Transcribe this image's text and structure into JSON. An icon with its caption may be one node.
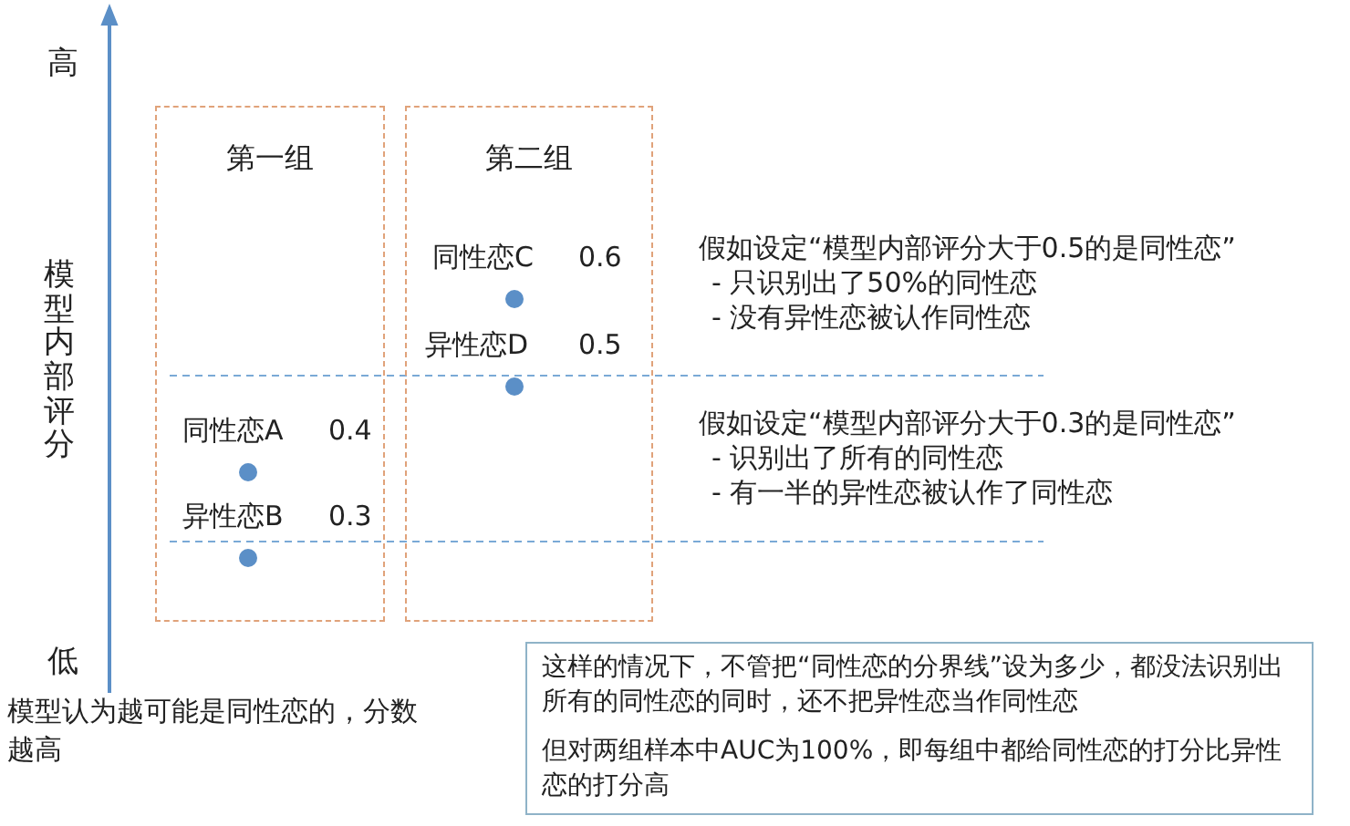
{
  "diagram": {
    "nodes": [
      {
        "text": [
          "第一组"
        ]
      },
      {
        "text": [
          "第二组"
        ]
      },
      {
        "text": [
          "同性恋C",
          "0.6"
        ],
        "in": 1
      },
      {
        "text": [
          "异性恋D",
          "0.5"
        ],
        "in": 1
      },
      {
        "text": [
          "同性恋A",
          "0.4"
        ],
        "in": 0
      },
      {
        "text": [
          "异性恋B",
          "0.3"
        ],
        "in": 0
      },
      {
        "text": [
          "这样的情况下，不管把“同性恋的分界线”设为多少，都没法识别出所有的同性恋的同时，还不把异性恋当作同性恋",
          "但对两组样本中AUC为100%，即每组中都给同性恋的打分比异性恋的打分高"
        ]
      }
    ],
    "labels": [
      "高",
      "模型内部评分",
      "假如设定“模型内部评分大于0.5的是同性恋”",
      "- 只识别出了50%的同性恋",
      "- 没有异性恋被认作同性恋",
      "假如设定“模型内部评分大于0.3的是同性恋”",
      "- 识别出了所有的同性恋",
      "- 有一半的异性恋被认作了同性恋",
      "低",
      "模型认为越可能是同性恋的，分数越高"
    ]
  }
}
